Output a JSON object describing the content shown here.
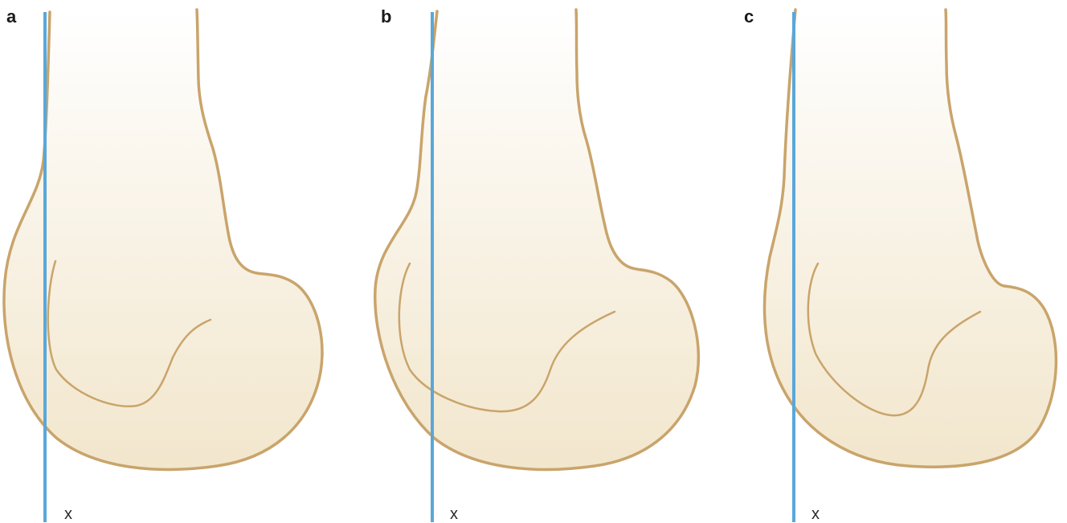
{
  "figure": {
    "colors": {
      "bone_outline": "#c9a46b",
      "bone_fill_top": "#fdfbf7",
      "bone_fill_bottom": "#f2e6cc",
      "reference_line": "#5aa7d9",
      "label_text": "#1a1a1a"
    },
    "panels": [
      {
        "label": "a",
        "line_label": "x"
      },
      {
        "label": "b",
        "line_label": "x"
      },
      {
        "label": "c",
        "line_label": "x"
      }
    ]
  }
}
